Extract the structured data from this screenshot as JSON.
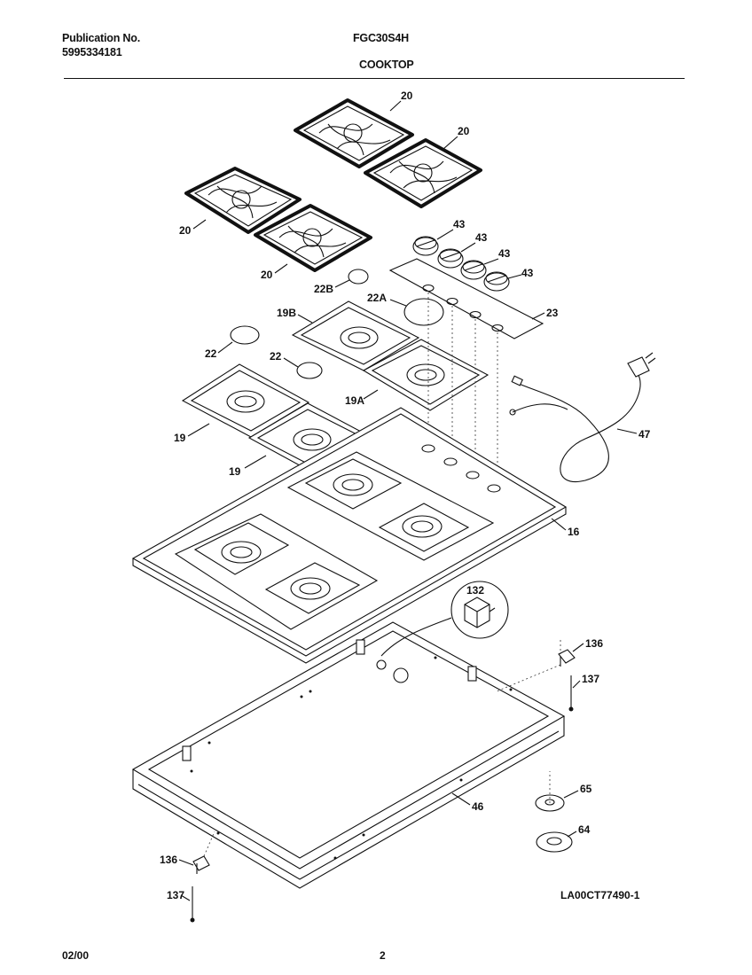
{
  "header": {
    "publication_label": "Publication No.",
    "publication_number": "5995334181",
    "model": "FGC30S4H",
    "section": "COOKTOP"
  },
  "footer": {
    "date": "02/00",
    "page": "2",
    "drawing_code": "LA00CT77490-1"
  },
  "callouts": {
    "grate_tl": "20",
    "grate_tr": "20",
    "grate_ml": "20",
    "grate_mr": "20",
    "knob1": "43",
    "knob2": "43",
    "knob3": "43",
    "knob4": "43",
    "panel": "23",
    "cap_22b": "22B",
    "cap_22a": "22A",
    "bowl_19b": "19B",
    "bowl_19a": "19A",
    "bowl_19_upper": "19",
    "bowl_19_lower": "19",
    "cap_22_left": "22",
    "cap_22_mid": "22",
    "cord": "47",
    "cooktop": "16",
    "igniter_module": "132",
    "bracket_right": "136",
    "screw_right": "137",
    "grommet_65": "65",
    "grommet_64": "64",
    "chassis": "46",
    "bracket_left": "136",
    "screw_left": "137"
  }
}
